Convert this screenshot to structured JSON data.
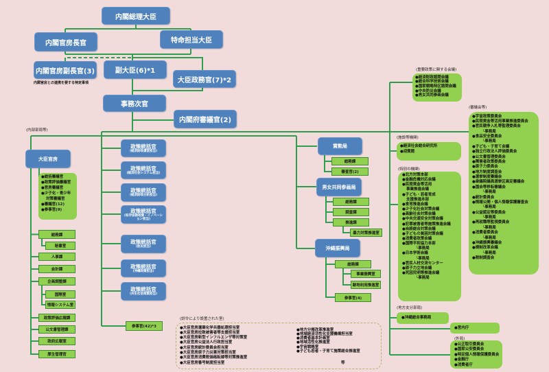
{
  "colors": {
    "background": "#F2DCDB",
    "box_blue": "#4F81BD",
    "panel_green": "#92D050",
    "connector_green": "#2F9E4E"
  },
  "top": {
    "prime_minister": "内閣総理大臣",
    "chief_cabinet_secretary": "内閣官房長官",
    "minister_special_missions": "特命担当大臣",
    "deputy_chief_cabinet_secretary": "内閣官房副長官(3)",
    "deputy_chief_note": "内閣官房との連携を要する特定事項",
    "senior_vice_minister": "副大臣(6)*1",
    "parliamentary_vice_minister": "大臣政務官(7)*2",
    "vice_minister": "事務次官",
    "deputy_vice_minister": "内閣府審議官(2)"
  },
  "internal": {
    "label": "(内部部局等)",
    "secretariat": {
      "title": "大臣官房",
      "officials": [
        "●総括審議官",
        "●政策評価審議官",
        "●官房審議官",
        "●少子化・青少年",
        "対策審議官",
        "●審議官(12)",
        "●参事官(9)"
      ],
      "divisions": {
        "general_affairs": "総務課",
        "secretarial": "秘書室",
        "personnel": "人事課",
        "accounting": "会計課",
        "planning": "企画調整課",
        "international": "国際室",
        "information_systems": "情報システム室",
        "policy_evaluation_pr": "政策評価広報課",
        "public_records": "公文書管理課",
        "government_pr": "政府広報室",
        "welfare": "厚生管理官"
      }
    },
    "policy_directors": [
      {
        "title": "政策統括官",
        "scope": "(経済財政運営担当)"
      },
      {
        "title": "政策統括官",
        "scope": "(経済社会システム担当)"
      },
      {
        "title": "政策統括官",
        "scope": "(経済財政分析担当)"
      },
      {
        "title": "政策統括官",
        "scope": "(科学技術政策・イノベーション担当)"
      },
      {
        "title": "政策統括官",
        "scope": "(防災担当)"
      },
      {
        "title": "政策統括官",
        "scope": "(沖縄政策担当)"
      },
      {
        "title": "政策統括官",
        "scope": "(共生社会政策担当)"
      }
    ],
    "counsellors": "参事官(42)*3",
    "bureaus": {
      "decorations": {
        "title": "賞勲局",
        "units": [
          "総務課",
          "審査官(2)"
        ]
      },
      "gender_equality": {
        "title": "男女共同参画局",
        "units": [
          "総務課",
          "調査課",
          "推進課"
        ],
        "sub_units": [
          "暴力対策推進室"
        ]
      },
      "okinawa": {
        "title": "沖縄振興局",
        "units": [
          "総務課",
          "参事官(4)"
        ],
        "sub_units": [
          "事業振興室",
          "跡地利用推進室"
        ]
      }
    }
  },
  "kunrei_rooms": {
    "label": "(訓令により設置された室)",
    "left": [
      "●大臣官房遺棄化学兵器処理担当室",
      "●大臣官房拉致被害者等支援担当室",
      "●大臣官房新型インフルエンザ等対策室",
      "●大臣官房公益法人行政担当室",
      "●大臣官房統計委員会担当室",
      "●大臣官房原子力災害対策担当室",
      "●大臣官房消費税価格転嫁等対策推進室",
      "●大臣官房番号制度担当室"
    ],
    "right": [
      "●地方分権改革推進室",
      "●地域経済活性化支援機構担当室",
      "●消費者基本計画室",
      "●地域活性化推進室",
      "●宇宙戦略室",
      "●子ども若者・子育て施策総合推進室"
    ],
    "etc": "等"
  },
  "right_panels": {
    "important_policy": {
      "label": "(重要政策に関する会議)",
      "items": [
        "●経済財政諮問会議",
        "●総合科学技術会議",
        "●国家戦略特区諮問会議",
        "●中央防災会議",
        "●男女共同参画会議"
      ]
    },
    "facilities": {
      "label": "(施設等機関)",
      "items": [
        "●経済社会総合研究所",
        "●迎賓館"
      ]
    },
    "special": {
      "label": "(特別の機関)",
      "items": [
        "●北方対策本部",
        "●金融危機対応会議",
        "●民間資金等活用",
        "事業推進会議",
        "●子ども・若者育成",
        "支援推進本部",
        "●食育推進会議",
        "●少子化社会対策会議",
        "●高齢社会対策会議",
        "●中央交通安全対策会議",
        "●犯罪被害者等施策推進会議",
        "●自殺総合対策会議",
        "●子どもの貧困対策会議",
        "●消費者政策会議",
        "●国際平和協力本部",
        "└事務局",
        "●日本学術会議",
        "└事務局",
        "●官民人材交流センター",
        "●原子力立地会議",
        "●死因究明等推進会議",
        "└事務局"
      ]
    },
    "councils": {
      "label": "(審議会等)",
      "items": [
        "●宇宙政策委員会",
        "●民間資金等活用事業推進委員会",
        "●官民競争入札等監理委員会",
        "└事務局",
        "●食品安全委員会",
        "└事務局",
        "●子ども・子育て会議",
        "●独立行政法人評価委員会",
        "●公文書管理委員会",
        "●障害者政策委員会",
        "●原子力委員会",
        "●地方制度調査会",
        "●選挙制度審議会",
        "●衆議院議員選挙区画定審議会",
        "●国会等移転審議会",
        "└事務局",
        "●統計委員会",
        "●情報公開・個人情報保護審査会",
        "└事務局",
        "●公益認定等委員会",
        "└事務局",
        "●再就職等監視委員会",
        "└事務局",
        "●消費者委員会",
        "└事務局",
        "●沖縄振興審議会",
        "●規制改革会議",
        "└事務局",
        "●税制調査会"
      ]
    },
    "local": {
      "label": "(地方支分部局)",
      "items": [
        "●沖縄総合事務局"
      ]
    },
    "imperial": {
      "items": [
        "●宮内庁"
      ]
    },
    "external": {
      "label": "(外局)",
      "items": [
        "●公正取引委員会",
        "●国家公安委員会",
        "●特定個人情報保護委員会",
        "●金融庁",
        "●消費者庁"
      ]
    }
  }
}
